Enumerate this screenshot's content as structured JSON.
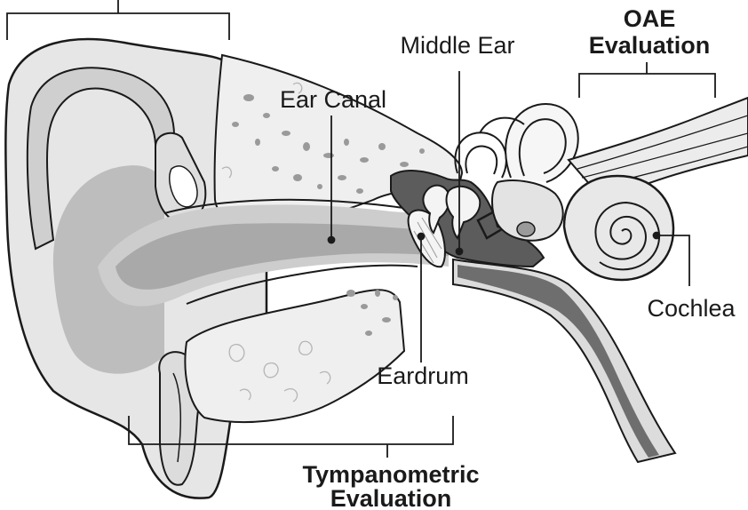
{
  "labels": {
    "middle_ear": "Middle Ear",
    "ear_canal": "Ear Canal",
    "eardrum": "Eardrum",
    "cochlea": "Cochlea"
  },
  "evaluations": {
    "oae_line1": "OAE",
    "oae_line2": "Evaluation",
    "tympanometric_line1": "Tympanometric",
    "tympanometric_line2": "Evaluation"
  },
  "colors": {
    "outline": "#1a1a1a",
    "skin": "#e6e6e6",
    "skin_shade": "#c4c4c4",
    "canal": "#a9a9a9",
    "middle_ear_cavity": "#5c5c5c",
    "bone": "#efefef",
    "speckle": "#9a9a9a"
  }
}
